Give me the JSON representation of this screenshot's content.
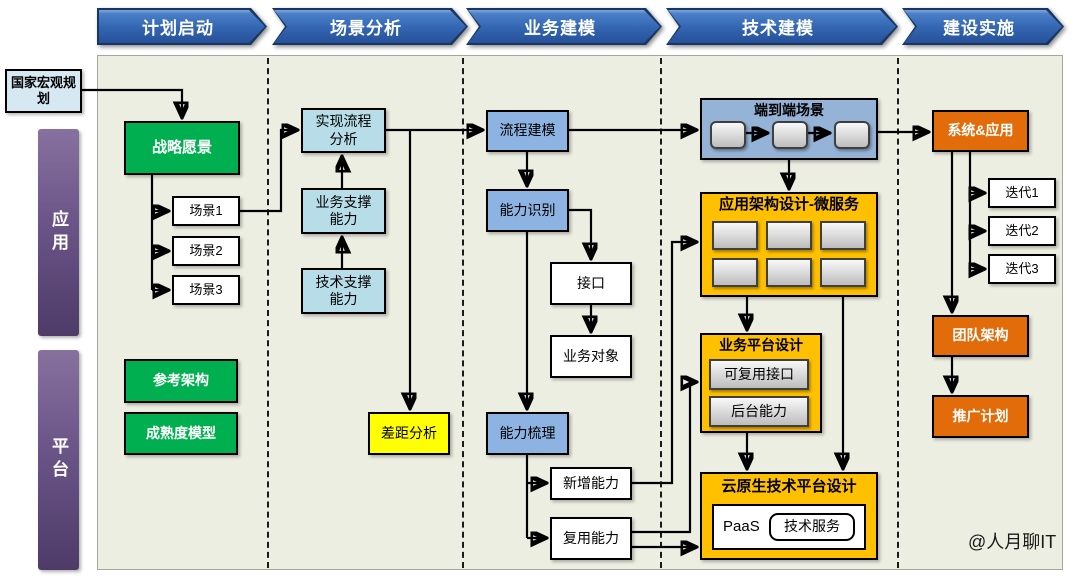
{
  "phases": [
    "计划启动",
    "场景分析",
    "业务建模",
    "技术建模",
    "建设实施"
  ],
  "left": {
    "external_input": "国家宏观规划",
    "lane_app": "应用",
    "lane_platform": "平台"
  },
  "plan_stage": {
    "vision": "战略愿景",
    "scenario1": "场景1",
    "scenario2": "场景2",
    "scenario3": "场景3",
    "reference_arch": "参考架构",
    "maturity_model": "成熟度模型"
  },
  "scenario_stage": {
    "realize_process_analysis": "实现流程分析",
    "business_support_capability": "业务支撑能力",
    "tech_support_capability": "技术支撑能力",
    "gap_analysis": "差距分析"
  },
  "business_stage": {
    "process_modeling": "流程建模",
    "capability_identification": "能力识别",
    "interface": "接口",
    "business_object": "业务对象",
    "capability_sorting": "能力梳理",
    "new_capability": "新增能力",
    "reuse_capability": "复用能力"
  },
  "tech_stage": {
    "e2e_scenario": "端到端场景",
    "app_architecture": "应用架构设计-微服务",
    "business_platform": "业务平台设计",
    "reusable_interface": "可复用接口",
    "backend_capability": "后台能力",
    "cloud_native_platform": "云原生技术平台设计",
    "paas": "PaaS",
    "tech_service": "技术服务"
  },
  "impl_stage": {
    "system_app": "系统&应用",
    "iteration1": "迭代1",
    "iteration2": "迭代2",
    "iteration3": "迭代3",
    "team_structure": "团队架构",
    "rollout_plan": "推广计划"
  },
  "watermark": "@人月聊IT",
  "colors": {
    "phase_banner_blue": "#3265b0",
    "green": "#00b050",
    "light_blue": "#b7dee8",
    "mid_blue": "#8db3e2",
    "container_blue": "#95b3d7",
    "gold": "#ffc000",
    "dark_orange": "#e36c0a",
    "yellow": "#ffff00",
    "purple_lane": "#6b5588",
    "input_blue": "#d6e9f3",
    "canvas_bg": "#edeee2"
  }
}
